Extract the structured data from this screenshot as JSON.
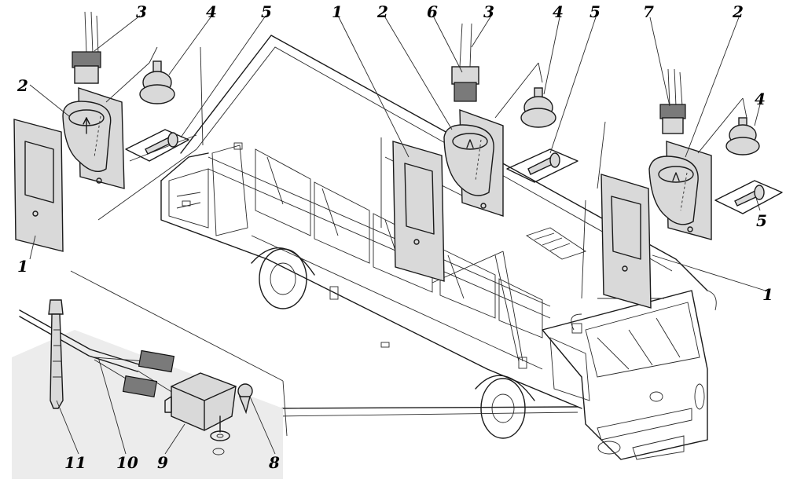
{
  "callouts": {
    "a": "3",
    "b": "4",
    "c": "5",
    "d": "2",
    "e": "1",
    "f": "1",
    "g": "2",
    "h": "6",
    "i": "3",
    "j": "4",
    "k": "5",
    "l": "7",
    "m": "2",
    "n": "4",
    "o": "5",
    "p": "1",
    "q": "11",
    "r": "10",
    "s": "9",
    "t": "8"
  }
}
